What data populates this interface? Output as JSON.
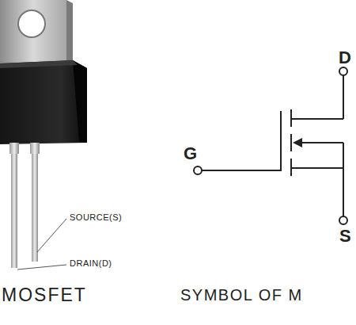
{
  "diagram": {
    "labels": [
      "SOURCE(S)",
      "DRAIN(D)",
      "MOSFET",
      "G",
      "D",
      "S",
      "SYMBOL OF M"
    ]
  }
}
